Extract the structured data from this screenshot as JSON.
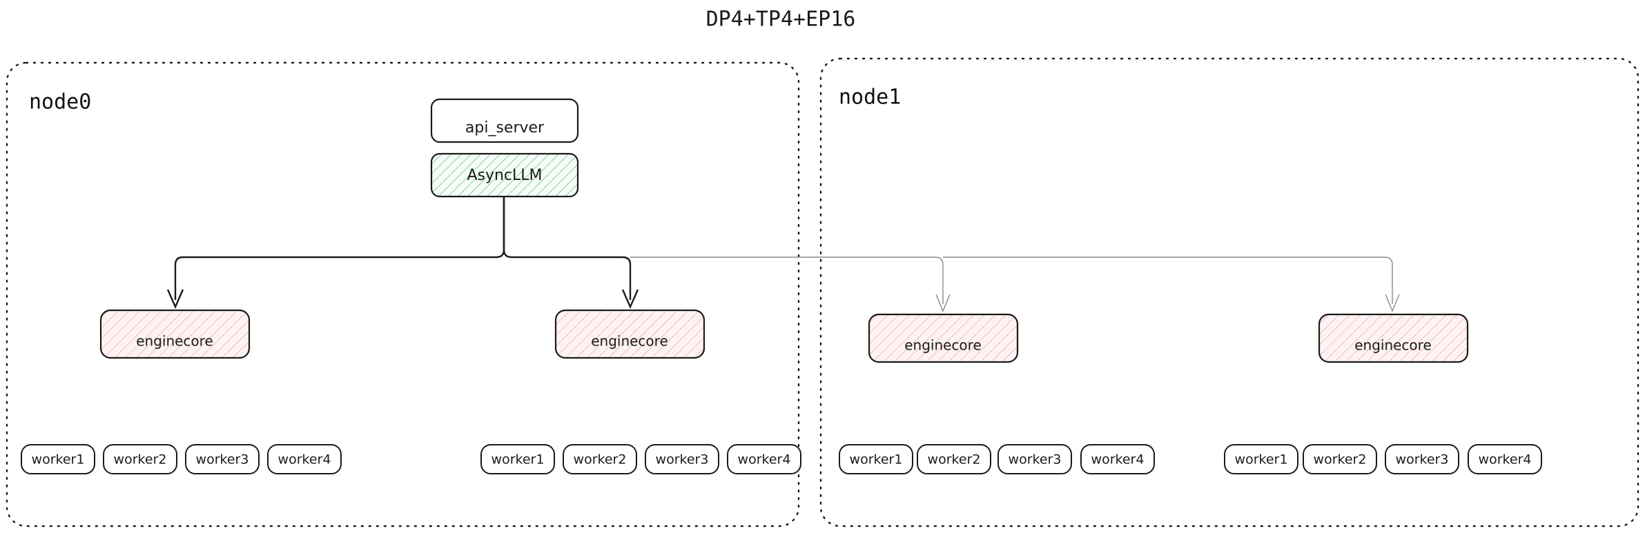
{
  "title": "DP4+TP4+EP16",
  "colors": {
    "background": "#ffffff",
    "text": "#1a1a1a",
    "border": "#1a1a1a",
    "async_fill": "#f4fbf6",
    "async_hatch": "#59c07a",
    "engine_fill": "#fdf2f2",
    "engine_hatch": "#f2a6a6",
    "edge_dark": "#1a1a1a",
    "edge_light": "#8a8a8a"
  },
  "nodes": [
    {
      "label": "node0",
      "top_boxes": [
        {
          "label": "api_server",
          "style": "plain"
        },
        {
          "label": "AsyncLLM",
          "style": "hatched-green"
        }
      ],
      "engines": [
        {
          "label": "enginecore",
          "workers": [
            {
              "label": "worker1"
            },
            {
              "label": "worker2"
            },
            {
              "label": "worker3"
            },
            {
              "label": "worker4"
            }
          ]
        },
        {
          "label": "enginecore",
          "workers": [
            {
              "label": "worker1"
            },
            {
              "label": "worker2"
            },
            {
              "label": "worker3"
            },
            {
              "label": "worker4"
            }
          ]
        }
      ]
    },
    {
      "label": "node1",
      "top_boxes": [],
      "engines": [
        {
          "label": "enginecore",
          "workers": [
            {
              "label": "worker1"
            },
            {
              "label": "worker2"
            },
            {
              "label": "worker3"
            },
            {
              "label": "worker4"
            }
          ]
        },
        {
          "label": "enginecore",
          "workers": [
            {
              "label": "worker1"
            },
            {
              "label": "worker2"
            },
            {
              "label": "worker3"
            },
            {
              "label": "worker4"
            }
          ]
        }
      ]
    }
  ],
  "labels": {
    "title": "DP4+TP4+EP16",
    "node0": "node0",
    "node1": "node1",
    "api_server": "api_server",
    "asyncllm": "AsyncLLM",
    "enginecore": "enginecore",
    "n0e0_worker1": "worker1",
    "n0e0_worker2": "worker2",
    "n0e0_worker3": "worker3",
    "n0e0_worker4": "worker4",
    "n0e1_worker1": "worker1",
    "n0e1_worker2": "worker2",
    "n0e1_worker3": "worker3",
    "n0e1_worker4": "worker4",
    "n1e0_worker1": "worker1",
    "n1e0_worker2": "worker2",
    "n1e0_worker3": "worker3",
    "n1e0_worker4": "worker4",
    "n1e1_worker1": "worker1",
    "n1e1_worker2": "worker2",
    "n1e1_worker3": "worker3",
    "n1e1_worker4": "worker4",
    "enginecore_n0e0": "enginecore",
    "enginecore_n0e1": "enginecore",
    "enginecore_n1e0": "enginecore",
    "enginecore_n1e1": "enginecore"
  }
}
